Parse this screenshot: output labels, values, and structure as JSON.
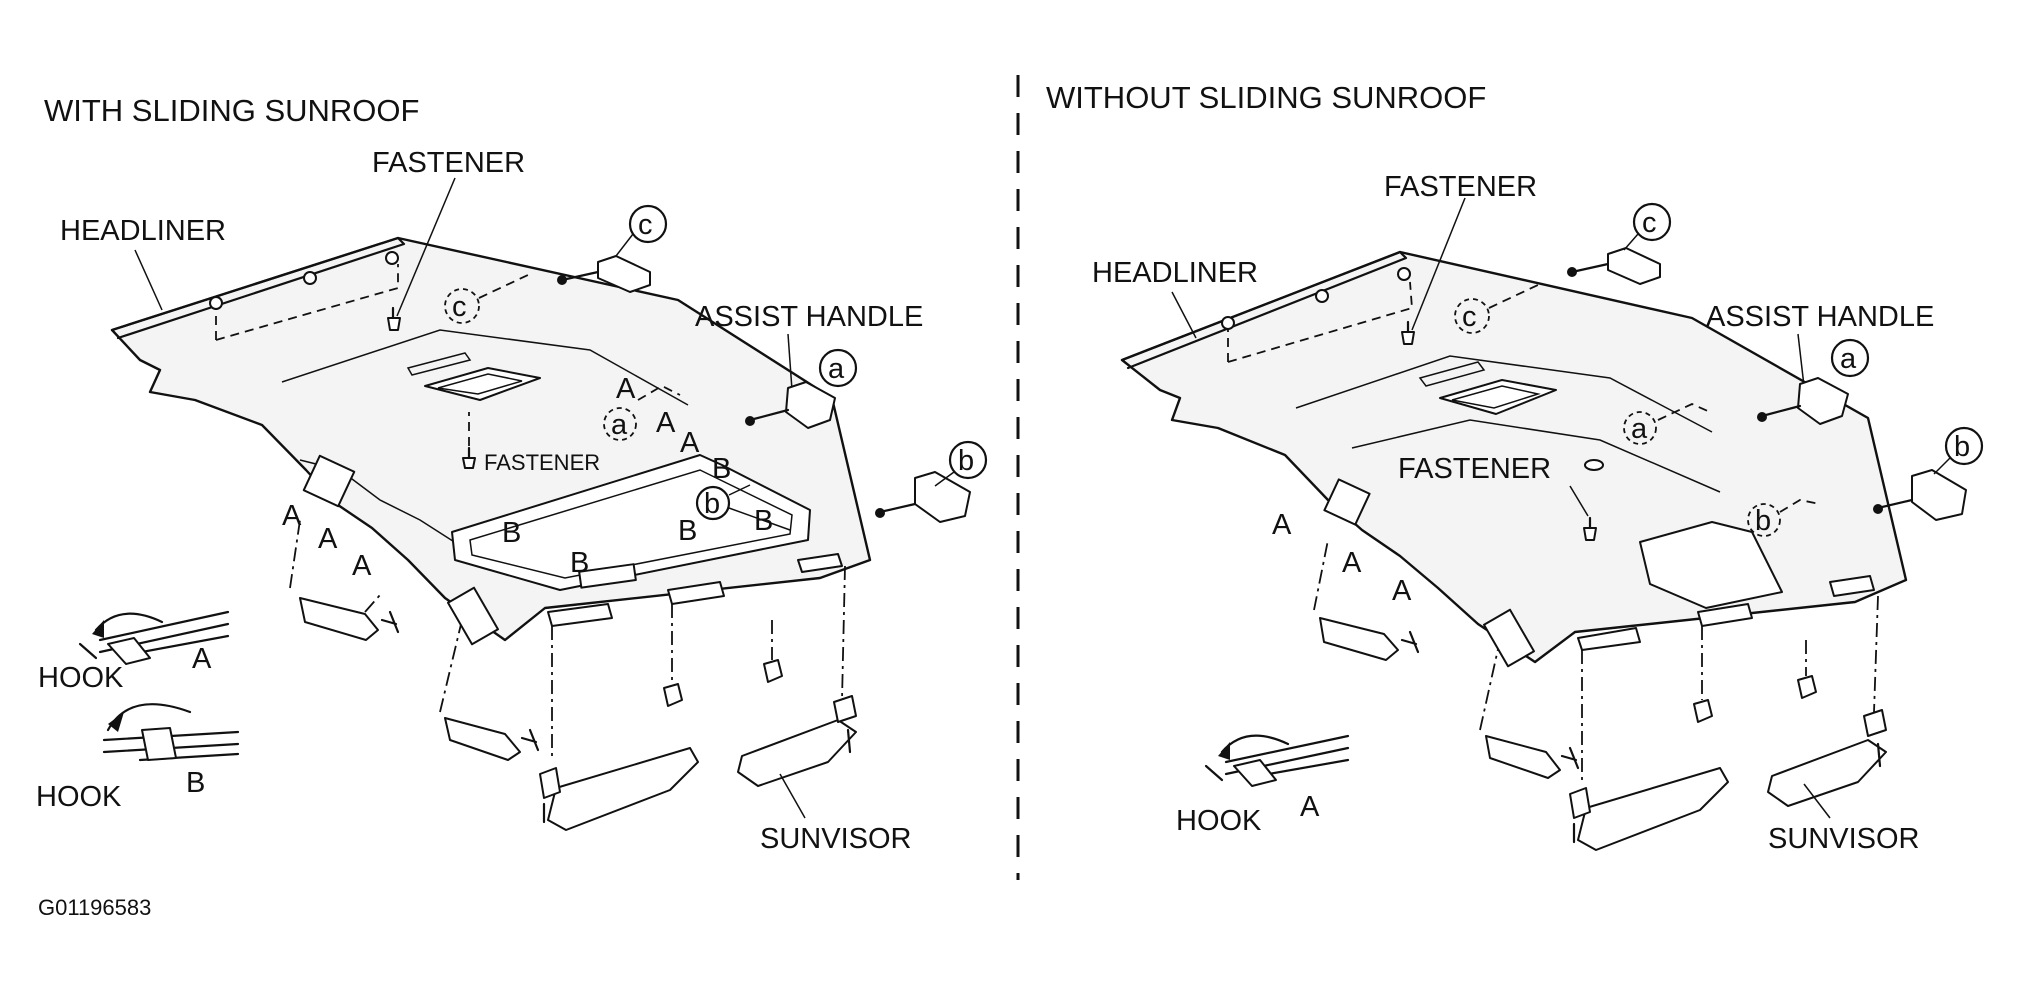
{
  "left_panel": {
    "title": "WITH SLIDING SUNROOF",
    "labels": {
      "fastener_top": "FASTENER",
      "headliner": "HEADLINER",
      "assist_handle": "ASSIST HANDLE",
      "fastener_mid": "FASTENER",
      "hook_a": "HOOK",
      "hook_b": "HOOK",
      "sunvisor": "SUNVISOR"
    },
    "callouts": {
      "a": "a",
      "b": "b",
      "c": "c",
      "A": "A",
      "B": "B"
    }
  },
  "right_panel": {
    "title": "WITHOUT SLIDING SUNROOF",
    "labels": {
      "fastener_top": "FASTENER",
      "headliner": "HEADLINER",
      "assist_handle": "ASSIST HANDLE",
      "fastener_mid": "FASTENER",
      "hook_a": "HOOK",
      "sunvisor": "SUNVISOR"
    },
    "callouts": {
      "a": "a",
      "b": "b",
      "c": "c",
      "A": "A"
    }
  },
  "figure_id": "G01196583"
}
